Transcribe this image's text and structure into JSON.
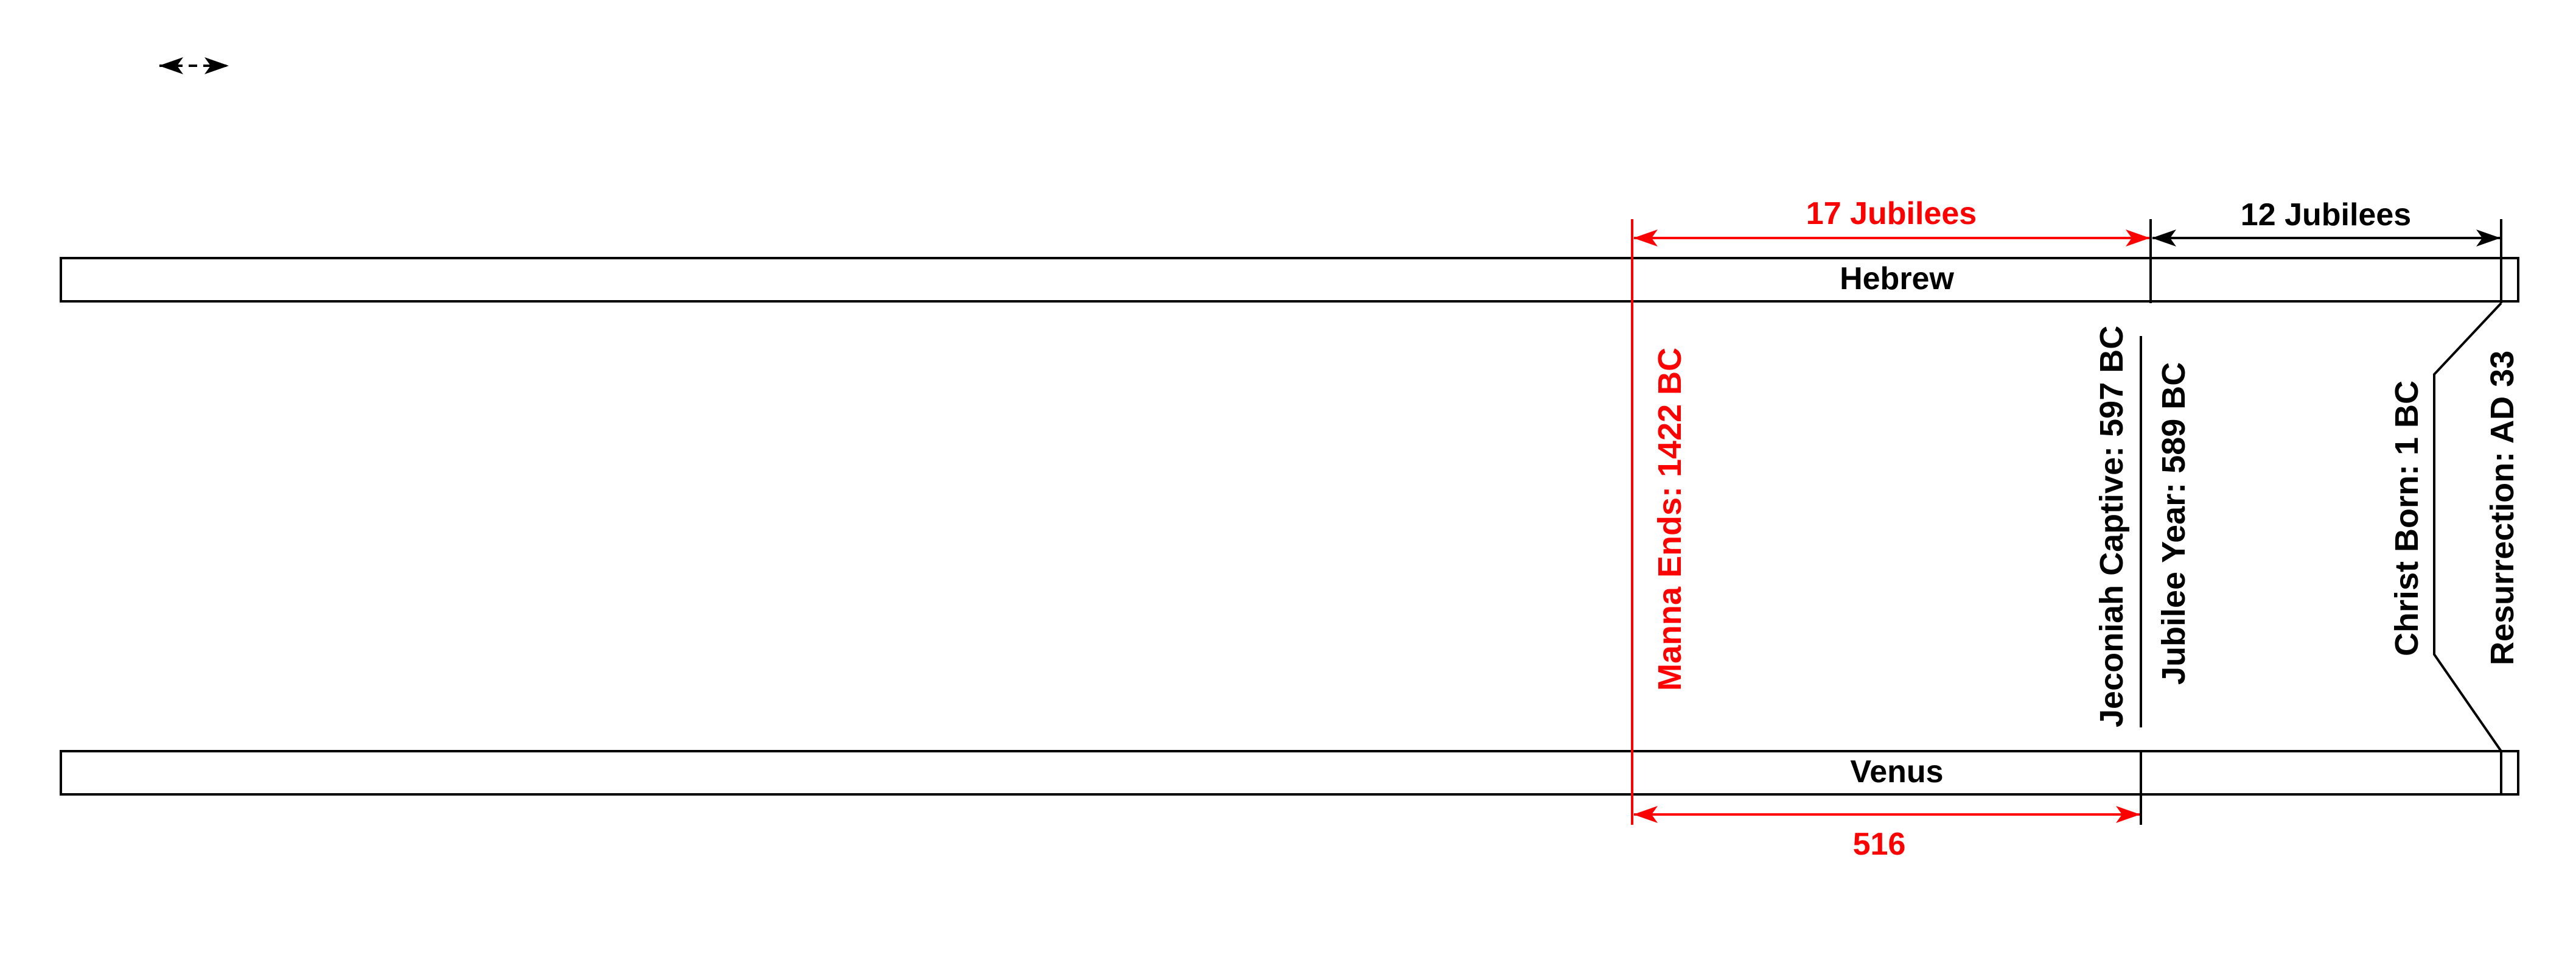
{
  "colors": {
    "black": "#000000",
    "red": "#ff0000",
    "background": "#ffffff"
  },
  "legend": {
    "icon": "double-arrow-icon"
  },
  "bands": {
    "top": "Hebrew",
    "bottom": "Venus"
  },
  "spans": {
    "manna_to_captivity": "17 Jubilees",
    "jubilee_to_resurrection": "12 Jubilees",
    "venus_interval": "516"
  },
  "events": {
    "manna_ends": "Manna Ends: 1422 BC",
    "jeconiah_captive": "Jeconiah Captive: 597 BC",
    "jubilee_year": "Jubilee Year: 589 BC",
    "christ_born": "Christ Born: 1 BC",
    "resurrection": "Resurrection: AD 33"
  }
}
